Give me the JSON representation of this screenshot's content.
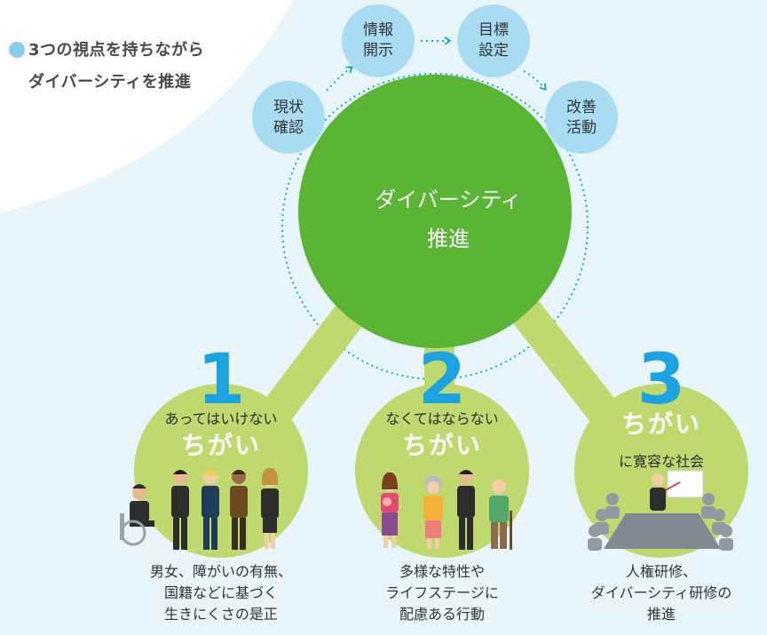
{
  "heading": {
    "line1": "3つの視点を持ちながら",
    "line2": "ダイバーシティを推進"
  },
  "cycle": {
    "center": {
      "line1": "ダイバーシティ",
      "line2": "推進"
    },
    "steps": [
      {
        "line1": "現状",
        "line2": "確認"
      },
      {
        "line1": "情報",
        "line2": "開示"
      },
      {
        "line1": "目標",
        "line2": "設定"
      },
      {
        "line1": "改善",
        "line2": "活動"
      }
    ]
  },
  "perspectives": [
    {
      "number": "1",
      "top": "あってはいけない",
      "emphasis": "ちがい",
      "caption": [
        "男女、障がいの有無、",
        "国籍などに基づく",
        "生きにくさの是正"
      ]
    },
    {
      "number": "2",
      "top": "なくてはならない",
      "emphasis": "ちがい",
      "caption": [
        "多様な特性や",
        "ライフステージに",
        "配慮ある行動"
      ]
    },
    {
      "number": "3",
      "emphasis": "ちがい",
      "bottom": "に寛容な社会",
      "caption": [
        "人権研修、",
        "ダイバーシティ研修の",
        "推進"
      ]
    }
  ],
  "colors": {
    "center_green": "#5bb534",
    "light_green": "#bfd96e",
    "step_blue": "#a8dcf3",
    "accent_blue": "#1aa3e0",
    "background_blue": "#e8f5fb"
  }
}
